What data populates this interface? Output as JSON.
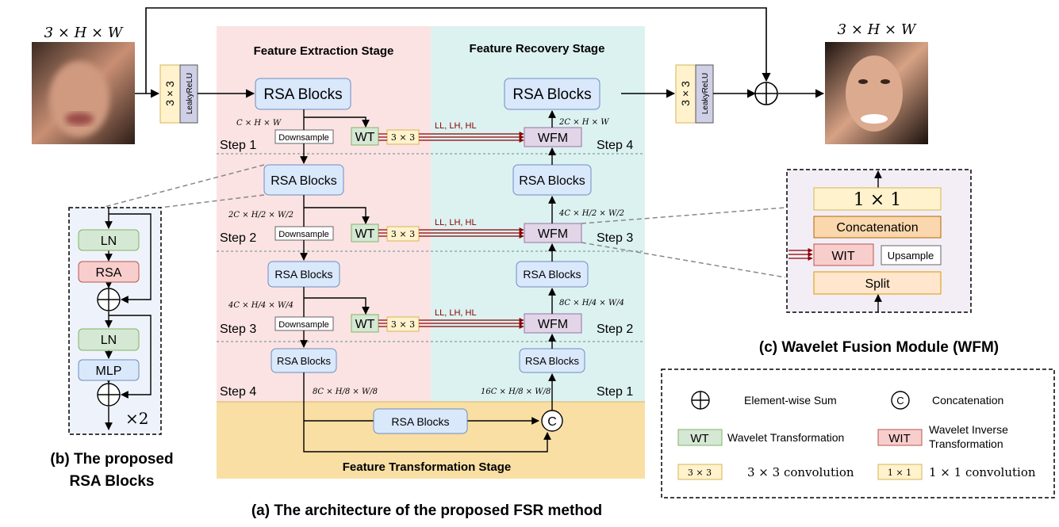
{
  "stages": {
    "extraction": "Feature Extraction Stage",
    "recovery": "Feature Recovery Stage",
    "transformation": "Feature Transformation Stage"
  },
  "io": {
    "in_size": "3 × H × W",
    "out_size": "3 × H × W",
    "conv3": "3 × 3",
    "lrelu": "LeakyReLU"
  },
  "blocks": {
    "rsa": "RSA Blocks",
    "wt": "WT",
    "wfm": "WFM",
    "conv3": "3 × 3",
    "down": "Downsample",
    "concat_c": "C"
  },
  "bands": "LL, LH, HL",
  "dims": {
    "d1": "C × H × W",
    "d2": "2C × H/2 × W/2",
    "d3": "4C × H/4 × W/4",
    "d4": "8C × H/8 × W/8",
    "r1": "16C × H/8 × W/8",
    "r2": "8C × H/4 × W/4",
    "r3": "4C × H/2 × W/2",
    "r4": "2C × H × W"
  },
  "steps": {
    "e1": "Step 1",
    "e2": "Step 2",
    "e3": "Step 3",
    "e4": "Step 4",
    "r1": "Step 1",
    "r2": "Step 2",
    "r3": "Step 3",
    "r4": "Step 4"
  },
  "rsa_detail": {
    "ln": "LN",
    "rsa": "RSA",
    "mlp": "MLP",
    "times2": "×2"
  },
  "wfm_detail": {
    "conv1": "1 × 1",
    "concat": "Concatenation",
    "wit": "WIT",
    "upsample": "Upsample",
    "split": "Split"
  },
  "legend": {
    "sum": "Element-wise Sum",
    "concat_sym": "C",
    "concat": "Concatenation",
    "wt": "WT",
    "wt_desc": "Wavelet Transformation",
    "wit": "WIT",
    "wit_desc_1": "Wavelet Inverse",
    "wit_desc_2": "Transformation",
    "c3": "3 × 3",
    "c3_desc": "3 × 3 convolution",
    "c1": "1 × 1",
    "c1_desc": "1 × 1 convolution"
  },
  "captions": {
    "a": "(a) The architecture of the proposed FSR method",
    "b1": "(b) The proposed",
    "b2": "RSA Blocks",
    "c": "(c) Wavelet Fusion Module (WFM)"
  },
  "colors": {
    "extract_bg": "#fbe3e3",
    "recover_bg": "#dcf2f1",
    "transform_bg": "#f9dfa4",
    "rsa_fill": "#dae8fc",
    "wt_fill": "#d5e8d4",
    "wfm_fill": "#e1d5e7",
    "conv_fill": "#fff2cc",
    "wit_fill": "#f8cecc",
    "concat_fill": "#fad7ac",
    "split_fill": "#ffe6cc",
    "lrelu_fill": "#cfcfe6",
    "band_arrow": "#8b0000"
  }
}
